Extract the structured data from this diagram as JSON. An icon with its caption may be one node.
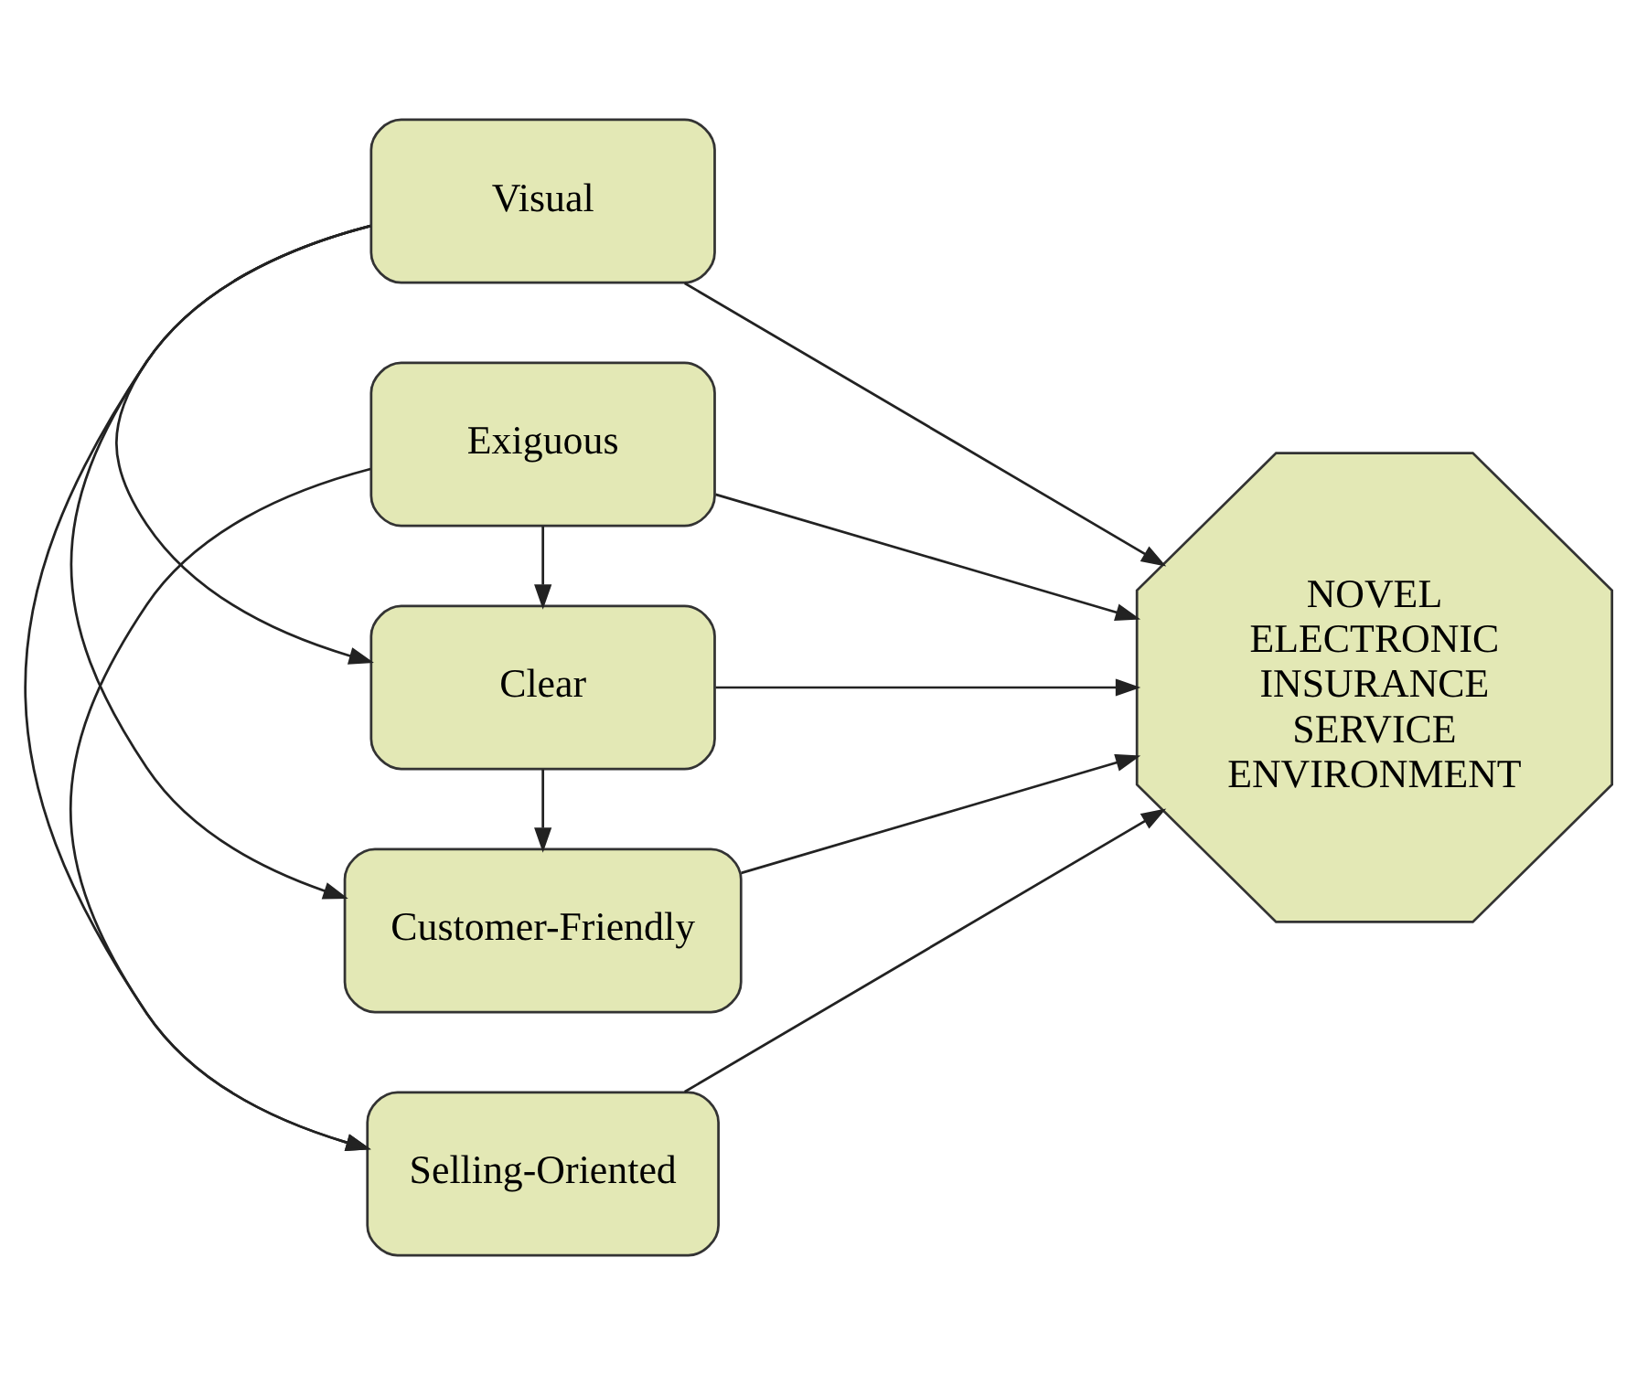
{
  "diagram": {
    "nodes": [
      {
        "text": [
          "Visual"
        ]
      },
      {
        "text": [
          "Selling-Oriented"
        ]
      },
      {
        "text": [
          "Exiguous"
        ]
      },
      {
        "text": [
          "Clear"
        ]
      },
      {
        "text": [
          "Customer-Friendly"
        ]
      },
      {
        "text": [
          "NOVEL ELECTRONIC INSURANCE SERVICE ENVIRONMENT"
        ]
      }
    ],
    "edges": [
      {
        "from": 0,
        "to": 1,
        "arrow": "to"
      },
      {
        "from": 2,
        "to": 1,
        "arrow": "to"
      },
      {
        "from": 2,
        "to": 3,
        "arrow": "to"
      },
      {
        "from": 3,
        "to": 4,
        "arrow": "to"
      },
      {
        "from": 0,
        "to": 3,
        "arrow": "to"
      },
      {
        "from": 0,
        "to": 4,
        "arrow": "to"
      },
      {
        "from": 0,
        "to": 5,
        "arrow": "to"
      },
      {
        "from": 1,
        "to": 5,
        "arrow": "to"
      },
      {
        "from": 2,
        "to": 5,
        "arrow": "to"
      },
      {
        "from": 3,
        "to": 5,
        "arrow": "to"
      },
      {
        "from": 4,
        "to": 5,
        "arrow": "to"
      }
    ]
  }
}
